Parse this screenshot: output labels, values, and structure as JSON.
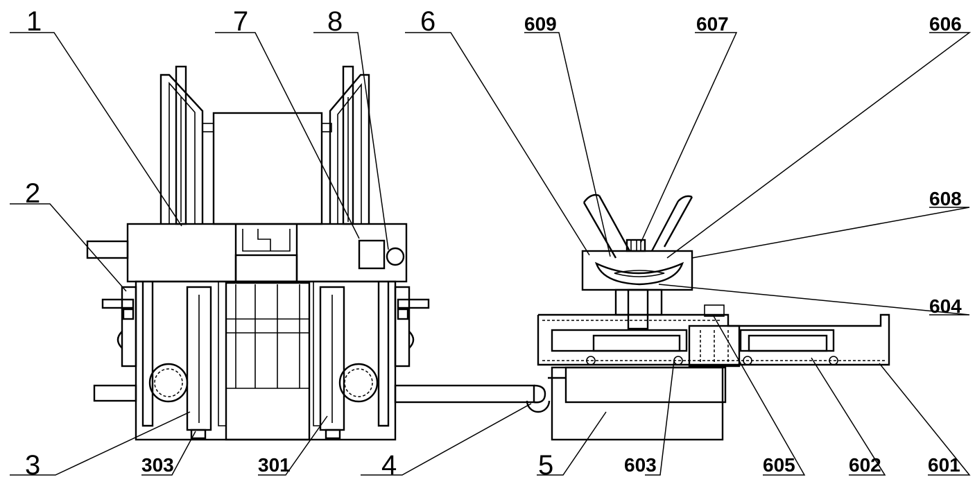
{
  "labels": {
    "l1": "1",
    "l2": "2",
    "l3": "3",
    "l4": "4",
    "l5": "5",
    "l6": "6",
    "l7": "7",
    "l8": "8",
    "l301": "301",
    "l303": "303",
    "l601": "601",
    "l602": "602",
    "l603": "603",
    "l604": "604",
    "l605": "605",
    "l606": "606",
    "l607": "607",
    "l608": "608",
    "l609": "609"
  },
  "colors": {
    "line": "#000000",
    "background": "#ffffff"
  }
}
